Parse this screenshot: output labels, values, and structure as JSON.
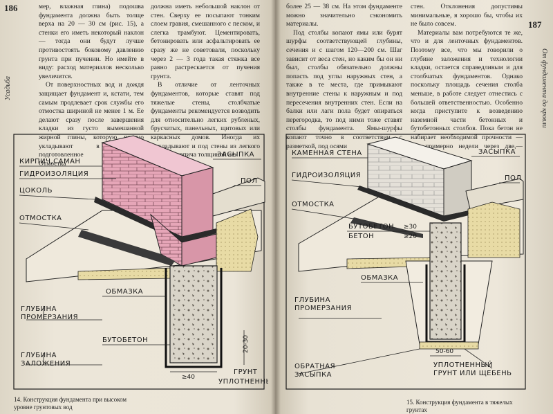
{
  "left_page": {
    "page_number": "186",
    "running_head": "Ус­адьба",
    "col1": [
      "мер, влажная глина) подошва фундамента должна быть толще верха на 20 — 30 см (рис. 15), а стенки его иметь некоторый наклон — тогда они будут лучше противостоять боковому давлению грунта при пучении. Но имейте в виду: расход материалов несколько увеличится.",
      "От поверхностных вод и дождя защищает фундамент и, кстати, тем самым продлевает срок службы его отмостка шириной не менее 1 м. Ее делают сразу после завершения кладки из густо вымешанной жирной глины, которую плотно укладывают в заранее подготовленное углубление. Отмостка"
    ],
    "col2": [
      "должна иметь небольшой наклон от стен. Сверху ее посыпают тонким слоем гравия, смешанного с песком, и слегка трамбуют. Цементировать, бетонировать или асфальтировать ее сразу же не советовали, поскольку через 2 — 3 года такая стяжка все равно растрескается от пучения грунта.",
      "В отличие от ленточных фундаментов, которые ставят под тяжелые стены, столбчатые фундаменты рекомендуется возводить для относительно легких рубленых, брусчатых, панельных, щитовых или каркасных домов. Иногда их выкладывают и под стены из легкого бетона, кирпича толщиной не"
    ],
    "figure_labels": {
      "brick": "КИРПИЧ,САМАН",
      "waterproof": "ГИДРОИЗОЛЯЦИЯ",
      "plinth": "ЦОКОЛЬ",
      "apron": "ОТМОСТКА",
      "backfill": "ЗАСЫПКА",
      "floor": "ПОЛ",
      "coating": "ОБМАЗКА",
      "freeze_depth": "ГЛУБИНА ПРОМЕРЗАНИЯ",
      "rubble_concrete": "БУТОБЕТОН",
      "laying_depth": "ГЛУБИНА ЗАЛОЖЕНИЯ",
      "dim_20_30": "20-30",
      "dim_40": "≥40",
      "ground": "ГРУНТ",
      "compacted": "УПЛОТНЕННЫЙ"
    },
    "caption": "14. Конструкция фундамента при высоком уровне грунтовых вод"
  },
  "right_page": {
    "page_number": "187",
    "running_head": "От фундамента до кровли",
    "col1": [
      "более 25 — 38 см. На этом фундаменте можно значительно сэкономить материалы.",
      "Под столбы копают ямы или бурят шурфы соответствующей глубины, сечения и с шагом 120—200 см. Шаг зависит от веса стен, но каким бы он ни был, столбы обязательно должны попасть под углы наружных стен, а также в те места, где примыкают внутренние стены к наружным и под пересечения внутренних стен. Если на балки или лаги пола будет опираться перегородка, то под ними тоже ставят столбы фундамента. Ямы-шурфы копают точно в соответствии с разметкой, под осями"
    ],
    "col2": [
      "стен. Отклонения допустимы минимальные, я хорошо бы, чтобы их не было совсем.",
      "Материалы вам потребуются те же, что и для ленточных фундаментов. Поэтому все, что мы говорили о глубине заложения и технологии кладки, остается справедливым и для столбчатых фундаментов. Однако поскольку площадь сечения столба меньше, в работе следует отнестись с большей ответственностью. Особенно когда приступите к возведению наземной части бетонных и бутобетонных столбов. Пока бетон не набирает необходимой прочности — это примерно недели через две,— опалубку"
    ],
    "figure_labels": {
      "stone_wall": "КАМЕННАЯ СТЕНА",
      "backfill": "ЗАСЫПКА",
      "waterproof": "ГИДРОИЗОЛЯЦИЯ",
      "floor": "ПОЛ",
      "apron": "ОТМОСТКА",
      "rubble_concrete": "БУТОБЕТОН",
      "concrete": "БЕТОН",
      "dim_30": "≥30",
      "dim_20": "≥20",
      "coating": "ОБМАЗКА",
      "freeze_depth": "ГЛУБИНА ПРОМЕРЗАНИЯ",
      "dim_50_60": "50-60",
      "reverse_backfill": "ОБРАТНАЯ ЗАСЫПКА",
      "compacted_ground": "УПЛОТНЕННЫЙ ГРУНТ ИЛИ ЩЕБЕНЬ"
    },
    "caption": "15. Конструкция фундамента в тяжелых грунтах"
  },
  "colors": {
    "paper": "#ece6d9",
    "brick": "#e6a6b8",
    "sand": "#e6d8a0",
    "concrete": "#d8d2c6",
    "ink": "#1a1a1a"
  }
}
